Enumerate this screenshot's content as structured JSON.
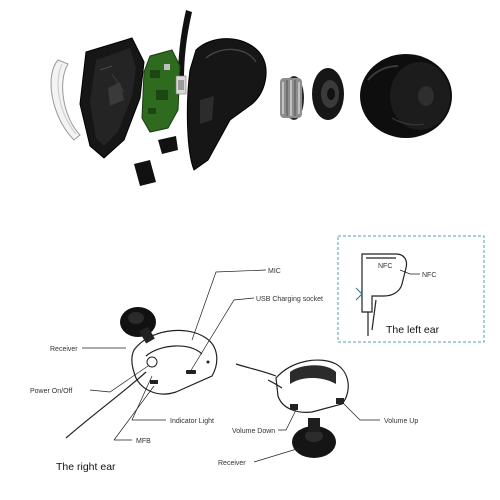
{
  "labels": {
    "mic": "MIC",
    "usb": "USB Charging socket",
    "receiver_right": "Receiver",
    "power": "Power On/Off",
    "indicator": "Indicator Light",
    "mfb": "MFB",
    "nfc": "NFC",
    "volume_down": "Volume Down",
    "volume_up": "Volume Up",
    "receiver_left": "Receiver"
  },
  "captions": {
    "right_ear": "The right ear",
    "left_ear": "The left ear"
  },
  "device_marks": {
    "nfc_chip_text": "NFC"
  },
  "colors": {
    "dashed_box": "#4aa3b8",
    "connector_arrow": "#2a6f95",
    "pcb_green": "#2e6b1f",
    "shell_black": "#111111",
    "hook_white": "#f2f2f2"
  }
}
